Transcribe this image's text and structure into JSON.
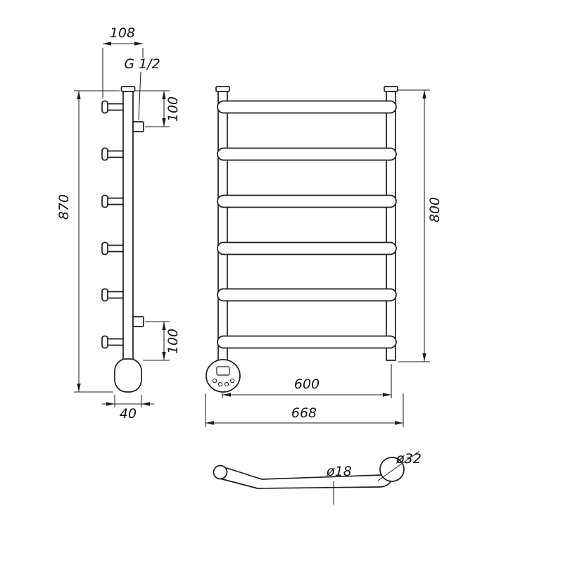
{
  "colors": {
    "line": "#1c1c1c",
    "background": "#ffffff"
  },
  "side_view": {
    "dim_depth_top": "108",
    "thread_label": "G 1/2",
    "dim_height": "870",
    "dim_offset_top": "100",
    "dim_offset_bottom": "100",
    "dim_base_width": "40"
  },
  "front_view": {
    "dim_height": "800",
    "dim_width_center": "600",
    "dim_width_overall": "668"
  },
  "detail_view": {
    "dim_tube_diameter": "ø18",
    "dim_cap_diameter": "ø32"
  }
}
